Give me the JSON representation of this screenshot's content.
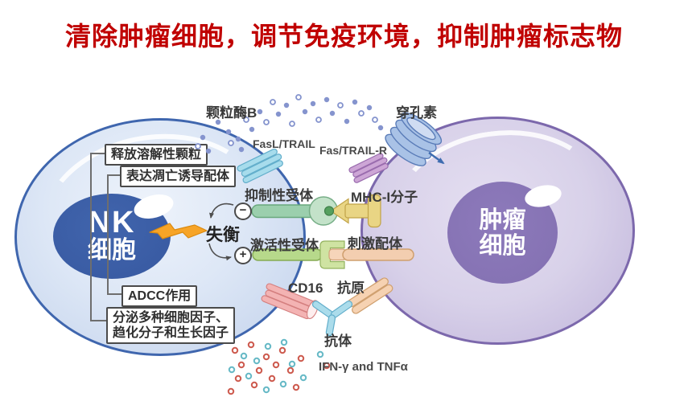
{
  "title": "清除肿瘤细胞，调节免疫环境，抑制肿瘤标志物",
  "nk_cell": {
    "name_line1": "NK",
    "name_line2": "细胞",
    "functions": {
      "box1": "释放溶解性颗粒",
      "box2": "表达凋亡诱导配体",
      "box3": "ADCC作用",
      "box4_line1": "分泌多种细胞因子、",
      "box4_line2": "趋化分子和生长因子"
    }
  },
  "tumor_cell": {
    "name_line1": "肿瘤",
    "name_line2": "细胞"
  },
  "interaction": {
    "imbalance": "失衡",
    "minus_sign": "−",
    "plus_sign": "+"
  },
  "molecules": {
    "granzyme_b": "颗粒酶B",
    "perforin": "穿孔素",
    "fasl_trail": "FasL/TRAIL",
    "fas_trail_r": "Fas/TRAIL-R",
    "inhibitory_receptor": "抑制性受体",
    "mhc_i": "MHC-I分子",
    "activating_receptor": "激活性受体",
    "stimulating_ligand": "刺激配体",
    "cd16": "CD16",
    "antigen": "抗原",
    "antibody": "抗体",
    "cytokines": "IFN-γ and TNFα"
  },
  "colors": {
    "title_red": "#c00000",
    "nk_body": "#dde7f6",
    "nk_border": "#3f66ae",
    "nk_nucleus": "#3a5ca4",
    "tumor_body": "#d8d1e9",
    "tumor_border": "#7c68ac",
    "tumor_nucleus": "#8673b4",
    "lightning_orange": "#f7a427",
    "granzyme_dot_blue": "#8594ce",
    "perforin_blue": "#a9c2e6",
    "fasl_cyan": "#a7dcec",
    "fasr_purple": "#cda6d6",
    "inhibitory_green": "#9bcfad",
    "mhc_yellow": "#e9d584",
    "activating_green": "#b7d98b",
    "ligand_peach": "#f3ceb0",
    "cd16_pink": "#f3b3b3",
    "antigen_tan": "#f6d2b2",
    "antibody_cyan": "#abdceb",
    "cytokine_red": "#cd5a4e",
    "cytokine_teal": "#66b9c6"
  }
}
